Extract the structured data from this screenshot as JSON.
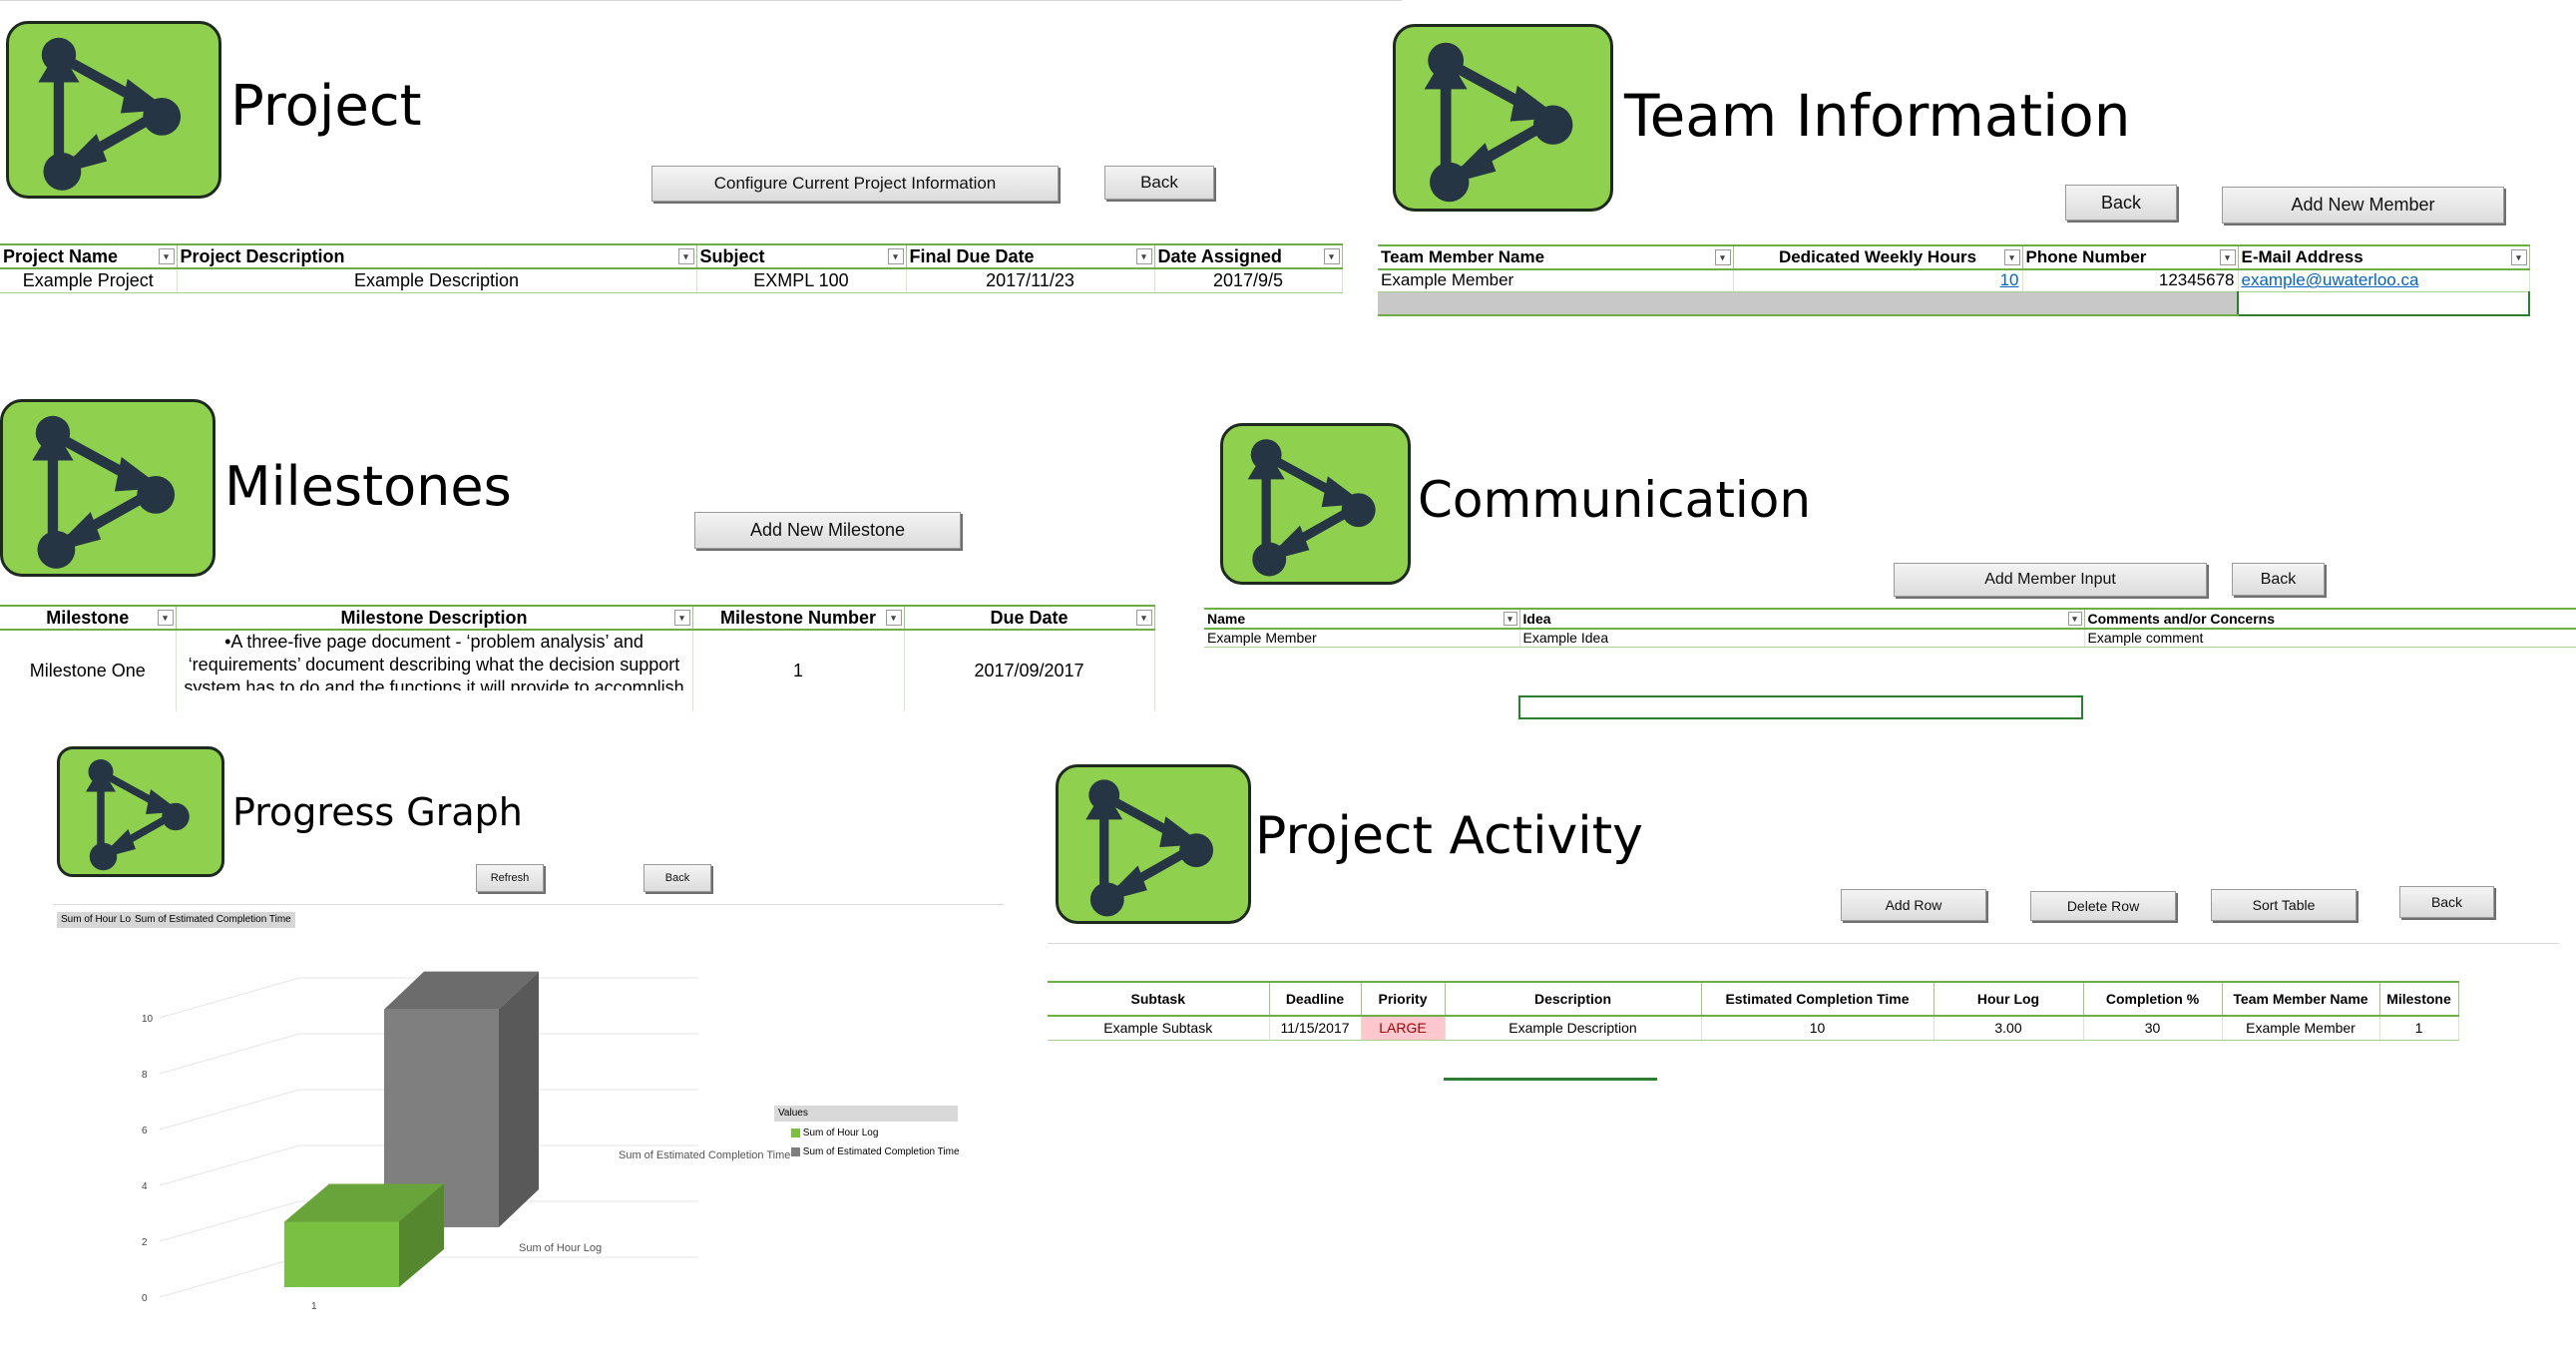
{
  "project": {
    "title": "Project",
    "configure_button": "Configure Current  Project Information",
    "back_button": "Back",
    "headers": [
      "Project Name",
      "Project Description",
      "Subject",
      "Final Due Date",
      "Date Assigned"
    ],
    "row": [
      "Example Project",
      "Example Description",
      "EXMPL 100",
      "2017/11/23",
      "2017/9/5"
    ]
  },
  "team": {
    "title": "Team Information",
    "back_button": "Back",
    "add_button": "Add New Member",
    "headers": [
      "Team Member Name",
      "Dedicated Weekly Hours",
      "Phone Number",
      "E-Mail Address"
    ],
    "row": [
      "Example Member",
      "10",
      "12345678",
      "example@uwaterloo.ca"
    ]
  },
  "milestones": {
    "title": "Milestones",
    "add_button": "Add New Milestone",
    "headers": [
      "Milestone",
      "Milestone Description",
      "Milestone Number",
      "Due Date"
    ],
    "row": {
      "name": "Milestone One",
      "desc_line1": "•A three-five page document - ‘problem analysis’ and",
      "desc_line2": "‘requirements’ document describing what the decision support",
      "desc_line3": "system has to do and the functions it will provide to accomplish",
      "number": "1",
      "due": "2017/09/2017"
    }
  },
  "communication": {
    "title": "Communication",
    "add_button": "Add Member Input",
    "back_button": "Back",
    "headers": [
      "Name",
      "Idea",
      "Comments and/or Concerns"
    ],
    "row": [
      "Example Member",
      "Example Idea",
      "Example comment"
    ]
  },
  "progress": {
    "title": "Progress Graph",
    "refresh_button": "Refresh",
    "back_button": "Back",
    "field_buttons": [
      "Sum of Hour Log",
      "Sum of Estimated Completion Time"
    ],
    "legend_title": "Values",
    "chart_data": {
      "type": "bar",
      "categories": [
        "1"
      ],
      "series": [
        {
          "name": "Sum of Hour Log",
          "values": [
            3
          ]
        },
        {
          "name": "Sum of Estimated Completion Time",
          "values": [
            10
          ]
        }
      ],
      "yticks": [
        "0",
        "2",
        "4",
        "6",
        "8",
        "10"
      ],
      "ylim": [
        0,
        10
      ],
      "legend": "right",
      "three_d": true,
      "series_axis_labels": [
        "Sum of Estimated Completion Time",
        "Sum of Hour Log"
      ],
      "colors": {
        "Sum of Hour Log": "#7ac143",
        "Sum of Estimated Completion Time": "#7f7f7f"
      }
    }
  },
  "activity": {
    "title": "Project Activity",
    "add_row_button": "Add Row",
    "delete_row_button": "Delete Row",
    "sort_button": "Sort Table",
    "back_button": "Back",
    "headers": [
      "Subtask",
      "Deadline",
      "Priority",
      "Description",
      "Estimated Completion Time",
      "Hour Log",
      "Completion %",
      "Team Member Name",
      "Milestone"
    ],
    "row": [
      "Example Subtask",
      "11/15/2017",
      "LARGE",
      "Example Description",
      "10",
      "3.00",
      "30",
      "Example Member",
      "1"
    ]
  },
  "colors": {
    "logo_green": "#8fd14f",
    "table_green": "#70ad47",
    "priority_red": "#ffc7ce"
  }
}
